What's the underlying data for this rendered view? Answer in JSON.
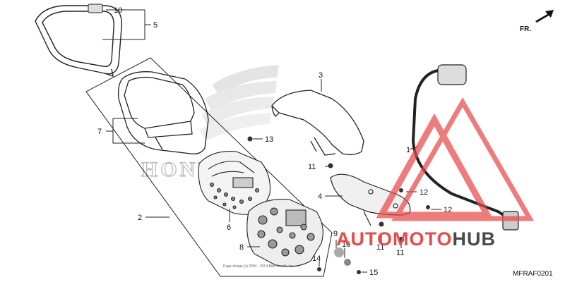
{
  "diagram": {
    "part_labels": [
      "1",
      "2",
      "3",
      "4",
      "5",
      "6",
      "7",
      "8",
      "9",
      "10",
      "11",
      "11",
      "11",
      "12",
      "12",
      "13",
      "14",
      "15",
      "16"
    ],
    "direction_label": "FR.",
    "brand_text": "HONDA",
    "diagram_code": "MFRAF0201",
    "copyright_text": "Page design (c) 2004 - 2014 Bike Bandit, Inc"
  },
  "watermark": {
    "part1": "AUTOMOTO",
    "part2": "HUB",
    "color_primary": "#e84a4a",
    "color_secondary": "#4a4a4a"
  }
}
